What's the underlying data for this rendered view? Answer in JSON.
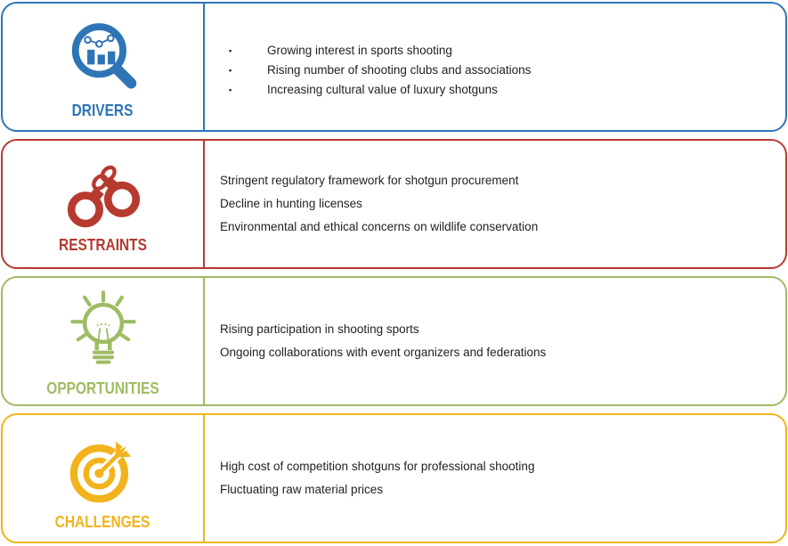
{
  "background": "#FFFFFF",
  "text_color": "#1F1F1F",
  "bullet_char": "▪",
  "sections": [
    {
      "id": "drivers",
      "label": "DRIVERS",
      "color": "#2E75B6",
      "icon": "magnifier-bar-chart-icon",
      "bulleted": true,
      "items": [
        "Growing interest in sports shooting",
        "Rising number of shooting clubs and associations",
        "Increasing cultural value of luxury shotguns"
      ]
    },
    {
      "id": "restraints",
      "label": "RESTRAINTS",
      "color": "#B73A2F",
      "icon": "handcuffs-icon",
      "bulleted": false,
      "items": [
        "Stringent regulatory framework for shotgun procurement",
        "Decline in hunting licenses",
        "Environmental and ethical concerns on wildlife conservation"
      ]
    },
    {
      "id": "opportunities",
      "label": "OPPORTUNITIES",
      "color": "#9EBC63",
      "icon": "lightbulb-rays-icon",
      "bulleted": false,
      "items": [
        "Rising participation in shooting sports",
        "Ongoing collaborations with event organizers and federations"
      ]
    },
    {
      "id": "challenges",
      "label": "CHALLENGES",
      "color": "#F2B31C",
      "icon": "target-dart-icon",
      "bulleted": false,
      "items": [
        "High cost of competition shotguns for professional shooting",
        "Fluctuating raw material prices"
      ]
    }
  ]
}
